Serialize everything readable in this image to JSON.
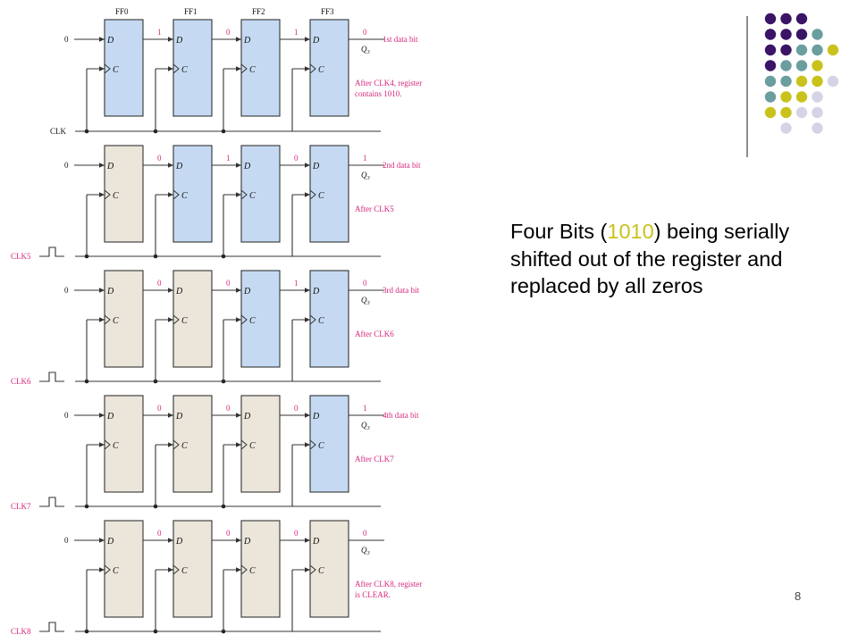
{
  "ff_labels": [
    "FF0",
    "FF1",
    "FF2",
    "FF3"
  ],
  "pin_d": "D",
  "pin_c": "C",
  "q_label": "Q",
  "q_sub": "3",
  "clk_main": "CLK",
  "stages": [
    {
      "serial_in": "0",
      "outputs": [
        "1",
        "0",
        "1",
        "0"
      ],
      "cleared": [
        false,
        false,
        false,
        false
      ],
      "data_bit_label": "1st data bit",
      "note": [
        "After CLK4, register",
        "contains 1010."
      ],
      "clock_label": "CLK"
    },
    {
      "serial_in": "0",
      "outputs": [
        "0",
        "1",
        "0",
        "1"
      ],
      "cleared": [
        true,
        false,
        false,
        false
      ],
      "data_bit_label": "2nd data bit",
      "note": [
        "After CLK5"
      ],
      "clock_label": "CLK5"
    },
    {
      "serial_in": "0",
      "outputs": [
        "0",
        "0",
        "1",
        "0"
      ],
      "cleared": [
        true,
        true,
        false,
        false
      ],
      "data_bit_label": "3rd data bit",
      "note": [
        "After CLK6"
      ],
      "clock_label": "CLK6"
    },
    {
      "serial_in": "0",
      "outputs": [
        "0",
        "0",
        "0",
        "1"
      ],
      "cleared": [
        true,
        true,
        true,
        false
      ],
      "data_bit_label": "4th data bit",
      "note": [
        "After CLK7"
      ],
      "clock_label": "CLK7"
    },
    {
      "serial_in": "0",
      "outputs": [
        "0",
        "0",
        "0",
        "0"
      ],
      "cleared": [
        true,
        true,
        true,
        true
      ],
      "data_bit_label": "",
      "note": [
        "After CLK8, register",
        "is CLEAR."
      ],
      "clock_label": "CLK8"
    }
  ],
  "caption": {
    "before": "Four Bits (",
    "highlight": "1010",
    "after": ") being serially shifted out of the register and replaced by all zeros"
  },
  "slide_number": "8",
  "colors": {
    "loaded_ff": "#c5daf2",
    "cleared_ff": "#ebe5da",
    "bit_value_text": "#d6277d",
    "clock_label_text": "#d6277d",
    "note_text": "#d6277d",
    "highlight_text": "#c9c21c",
    "dot_palette": {
      "purple": "#3a1466",
      "teal": "#6b9e9e",
      "olive": "#c9c21c",
      "lavender": "#d5d3e6"
    }
  },
  "decoration_dots": [
    [
      "purple",
      "purple",
      "purple"
    ],
    [
      "purple",
      "purple",
      "purple",
      "teal"
    ],
    [
      "purple",
      "purple",
      "teal",
      "teal",
      "olive"
    ],
    [
      "purple",
      "teal",
      "teal",
      "olive"
    ],
    [
      "teal",
      "teal",
      "olive",
      "olive",
      "lavender"
    ],
    [
      "teal",
      "olive",
      "olive",
      "lavender"
    ],
    [
      "olive",
      "olive",
      "lavender",
      "lavender"
    ],
    [
      "lavender",
      "lavender"
    ]
  ]
}
